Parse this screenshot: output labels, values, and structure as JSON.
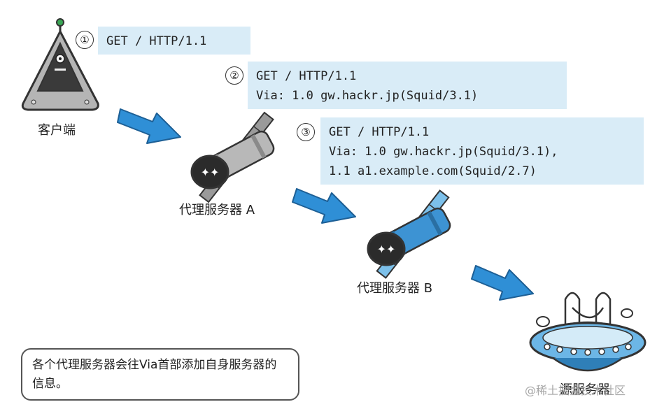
{
  "steps": [
    {
      "number": "①",
      "lines": [
        "GET / HTTP/1.1"
      ]
    },
    {
      "number": "②",
      "lines": [
        "GET / HTTP/1.1",
        "Via: 1.0 gw.hackr.jp(Squid/3.1)"
      ]
    },
    {
      "number": "③",
      "lines": [
        "GET / HTTP/1.1",
        "Via: 1.0 gw.hackr.jp(Squid/3.1),",
        "1.1 a1.example.com(Squid/2.7)"
      ]
    }
  ],
  "nodes": {
    "client": "客户端",
    "proxy_a": "代理服务器 A",
    "proxy_b": "代理服务器 B",
    "origin": "源服务器"
  },
  "note": "各个代理服务器会往Via首部添加自身服务器的信息。",
  "watermark": "@稀土掘金技术社区",
  "colors": {
    "message_bg": "#d9ecf7",
    "arrow": "#2f8fd6",
    "proxy_b_blue": "#7cc0ea"
  }
}
